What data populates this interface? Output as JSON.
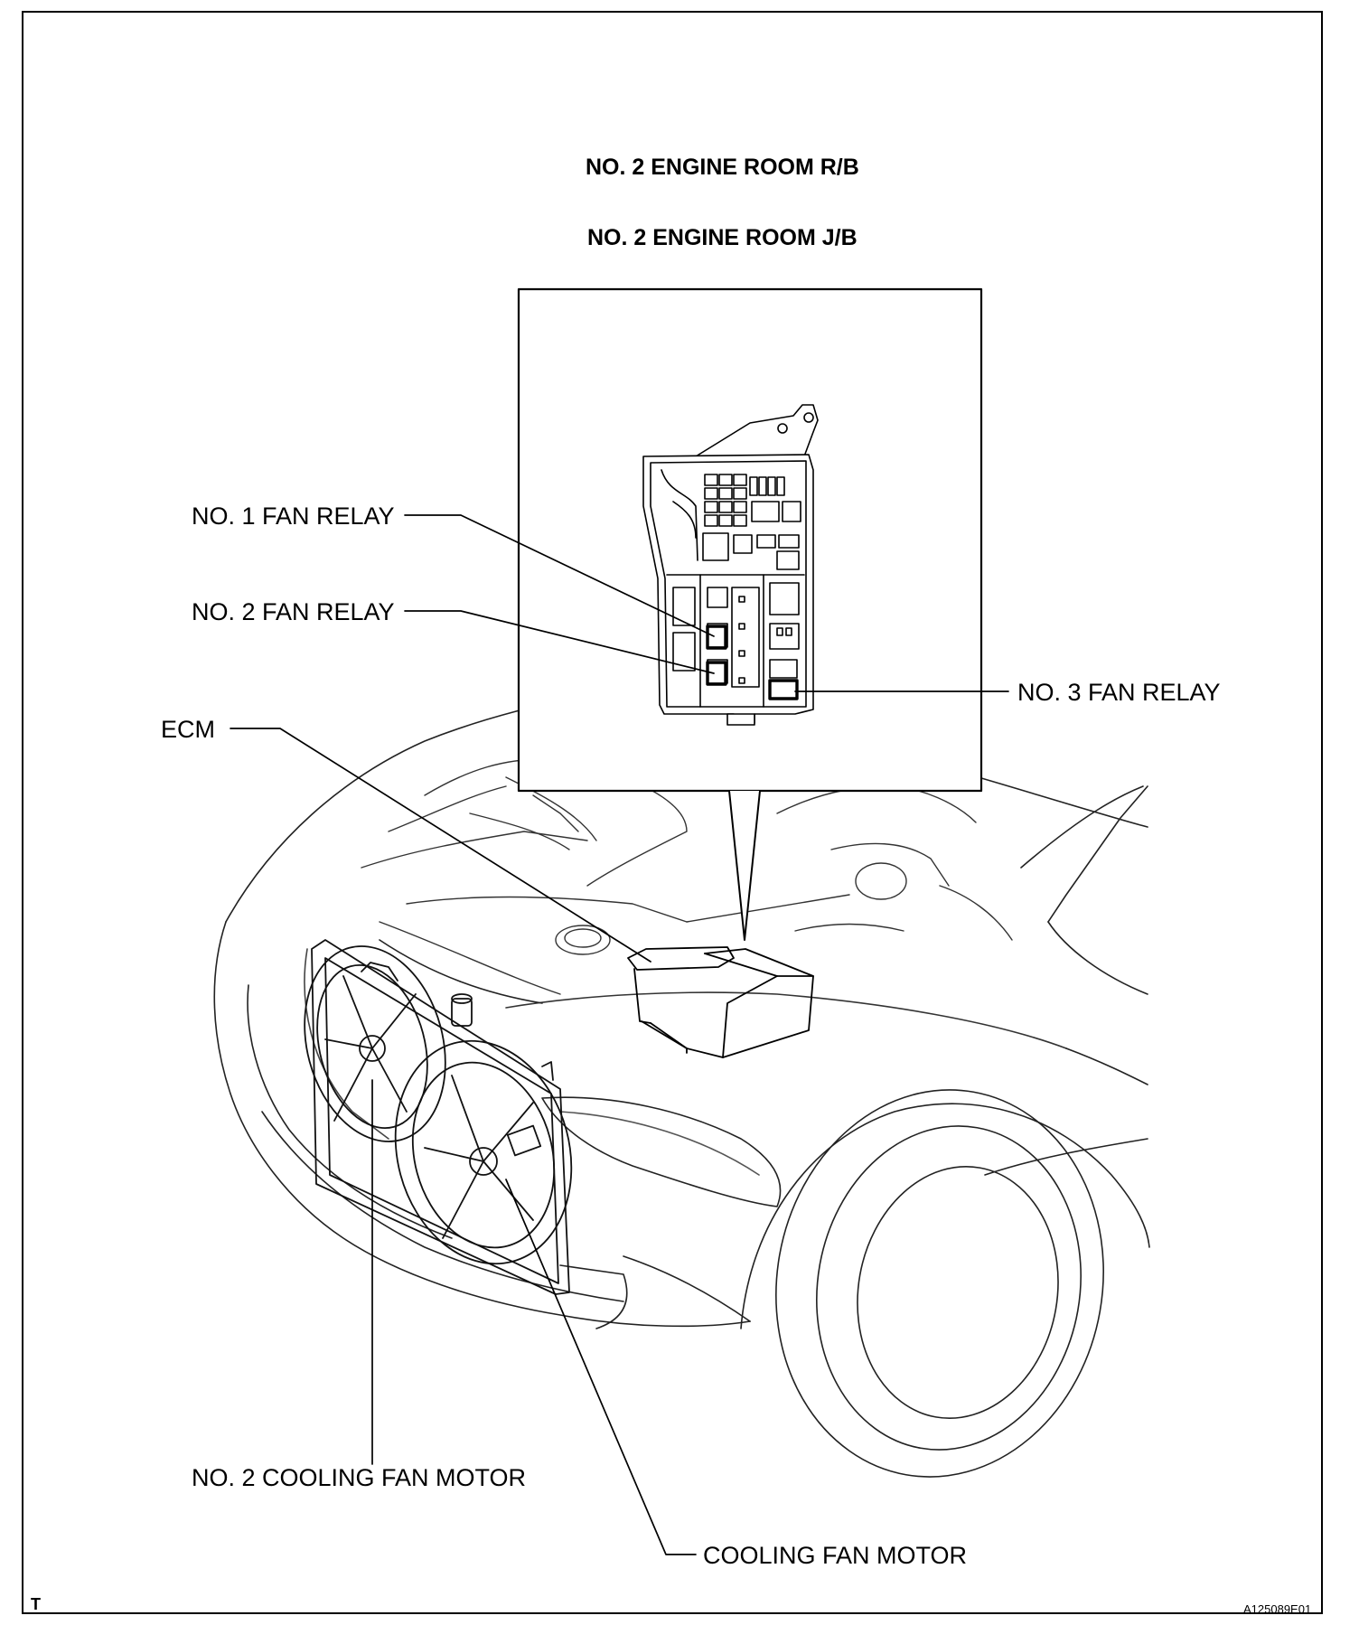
{
  "headings": {
    "relay_block": "NO. 2 ENGINE ROOM R/B",
    "junction_block": "NO. 2 ENGINE ROOM J/B"
  },
  "callouts": {
    "fan_relay_1": "NO. 1 FAN RELAY",
    "fan_relay_2": "NO. 2 FAN RELAY",
    "fan_relay_3": "NO. 3 FAN RELAY",
    "ecm": "ECM",
    "cooling_fan_motor_2": "NO. 2 COOLING FAN MOTOR",
    "cooling_fan_motor": "COOLING FAN MOTOR"
  },
  "corner_marks": {
    "bottom_left": "T",
    "figure_id": "A125089E01"
  }
}
